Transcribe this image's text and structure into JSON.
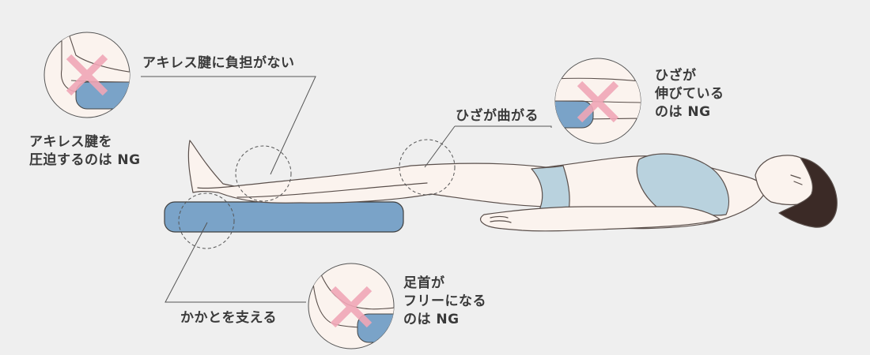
{
  "labels": {
    "achilles_no_burden": "アキレス腱に負担がない",
    "knee_bends": "ひざが曲がる",
    "support_heel": "かかとを支える"
  },
  "ng_notes": {
    "achilles_pressed": [
      "アキレス腱を",
      "圧迫するのは NG"
    ],
    "knee_straight": [
      "ひざが",
      "伸びている",
      "のは NG"
    ],
    "ankle_free": [
      "足首が",
      "フリーになる",
      "のは NG"
    ]
  },
  "colors": {
    "background": "#efefef",
    "skin": "#fbf3ee",
    "outline": "#5a4f4b",
    "cushion": "#7aa3c8",
    "swimsuit": "#b9d2de",
    "hair": "#3b2a26",
    "ng_mark": "#f0a7b7"
  }
}
